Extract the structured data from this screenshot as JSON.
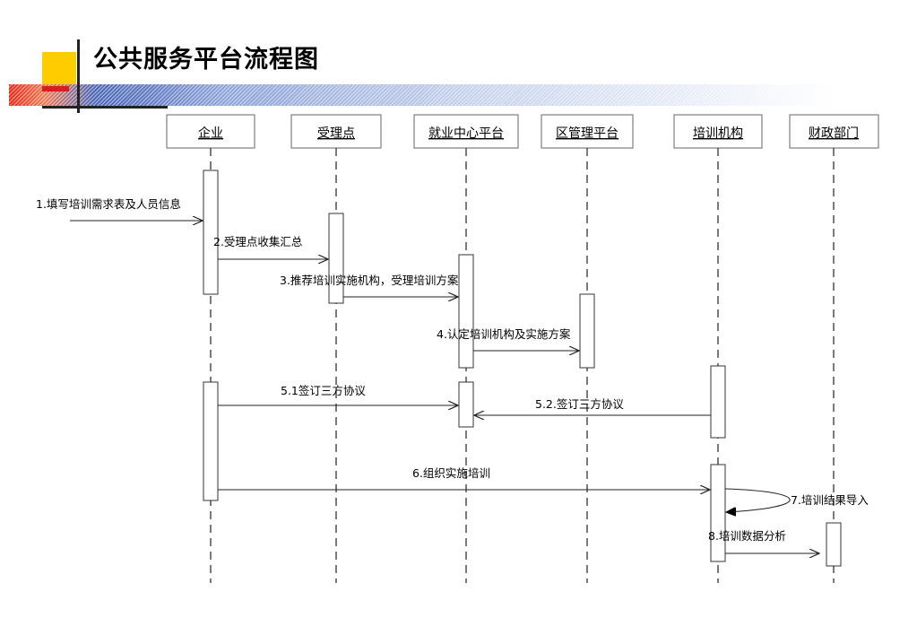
{
  "title": "公共服务平台流程图",
  "participants": [
    {
      "label": "企业"
    },
    {
      "label": "受理点"
    },
    {
      "label": "就业中心平台"
    },
    {
      "label": "区管理平台"
    },
    {
      "label": "培训机构"
    },
    {
      "label": "财政部门"
    }
  ],
  "messages": [
    {
      "label": "1.填写培训需求表及人员信息"
    },
    {
      "label": "2.受理点收集汇总"
    },
    {
      "label": "3.推荐培训实施机构，受理培训方案"
    },
    {
      "label": "4.认定培训机构及实施方案"
    },
    {
      "label": "5.1签订三方协议"
    },
    {
      "label": "5.2.签订三方协议"
    },
    {
      "label": "6.组织实施培训"
    },
    {
      "label": "7.培训结果导入"
    },
    {
      "label": "8.培训数据分析"
    }
  ]
}
